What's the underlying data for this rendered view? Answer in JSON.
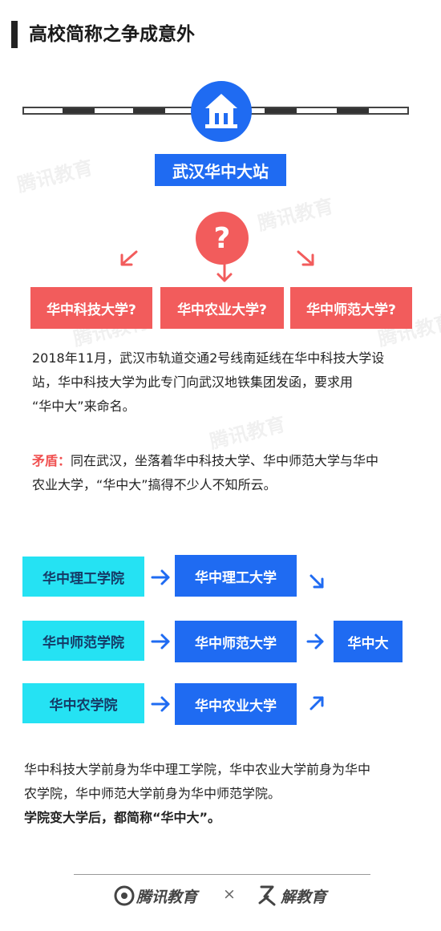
{
  "header": {
    "title": "高校简称之争成意外"
  },
  "watermark": {
    "text": "腾讯教育"
  },
  "station": {
    "label": "武汉华中大站"
  },
  "question": {
    "mark": "?"
  },
  "candidates": [
    "华中科技大学?",
    "华中农业大学?",
    "华中师范大学?"
  ],
  "paragraph1": {
    "line1": "2018年11月，武汉市轨道交通2号线南延线在华中科技大学设",
    "line2": "站，华中科技大学为此专门向武汉地铁集团发函，要求用",
    "line3": "“华中大”来命名。"
  },
  "paragraph2": {
    "label": "矛盾：",
    "line1": "同在武汉，坐落着华中科技大学、华中师范大学与华中",
    "line2": "农业大学，“华中大”搞得不少人不知所云。"
  },
  "flow": {
    "rows": [
      {
        "from": "华中理工学院",
        "to": "华中理工大学"
      },
      {
        "from": "华中师范学院",
        "to": "华中师范大学"
      },
      {
        "from": "华中农学院",
        "to": "华中农业大学"
      }
    ],
    "result": "华中大"
  },
  "summary": {
    "line1": "华中科技大学前身为华中理工学院，华中农业大学前身为华中",
    "line2": "农学院，华中师范大学前身为华中师范学院。",
    "line3": "学院变大学后，都简称“华中大”。"
  },
  "footer": {
    "brand1": "腾讯教育",
    "separator": "×",
    "brand2": "解教育"
  },
  "colors": {
    "blue": "#1f6bf2",
    "red": "#f25c5c",
    "cyan": "#25e2f3"
  }
}
